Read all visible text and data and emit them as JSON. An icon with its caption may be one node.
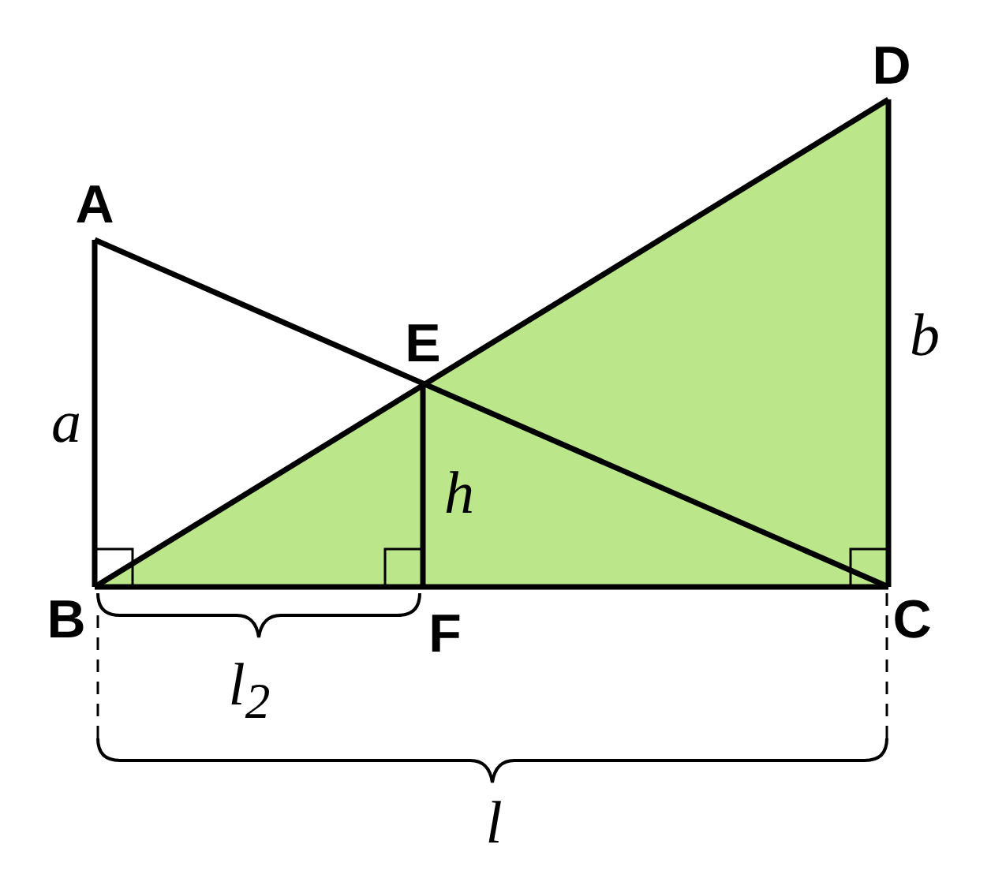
{
  "diagram": {
    "labels": [
      "D",
      "A",
      "E",
      "b",
      "a",
      "h",
      "B",
      "F",
      "C",
      "l$_{2}$",
      "l"
    ]
  }
}
